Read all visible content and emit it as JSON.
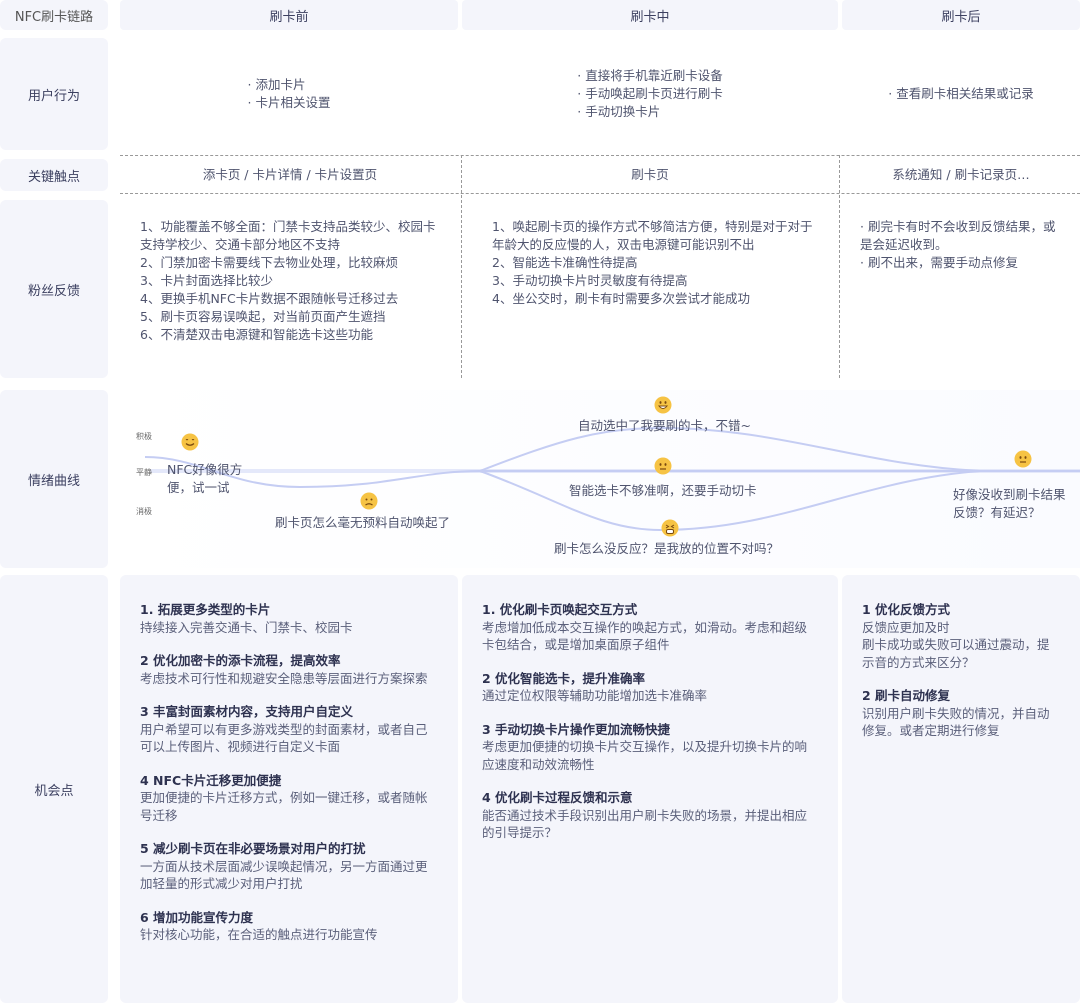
{
  "title": "NFC刷卡链路",
  "stages": [
    "刷卡前",
    "刷卡中",
    "刷卡后"
  ],
  "row_labels": {
    "behavior": "用户行为",
    "touchpoints": "关键触点",
    "feedback": "粉丝反馈",
    "emotion": "情绪曲线",
    "opportunity": "机会点"
  },
  "behavior": [
    [
      "· 添加卡片",
      "· 卡片相关设置"
    ],
    [
      "· 直接将手机靠近刷卡设备",
      "· 手动唤起刷卡页进行刷卡",
      "· 手动切换卡片"
    ],
    [
      "· 查看刷卡相关结果或记录"
    ]
  ],
  "touchpoints": [
    "添卡页 / 卡片详情 / 卡片设置页",
    "刷卡页",
    "系统通知 / 刷卡记录页…"
  ],
  "feedback": [
    [
      "1、功能覆盖不够全面：门禁卡支持品类较少、校园卡支持学校少、交通卡部分地区不支持",
      "2、门禁加密卡需要线下去物业处理，比较麻烦",
      "3、卡片封面选择比较少",
      "4、更换手机NFC卡片数据不跟随帐号迁移过去",
      "5、刷卡页容易误唤起，对当前页面产生遮挡",
      "6、不清楚双击电源键和智能选卡这些功能"
    ],
    [
      "1、唤起刷卡页的操作方式不够简洁方便，特别是对于对于年龄大的反应慢的人，双击电源键可能识别不出",
      "2、智能选卡准确性待提高",
      "3、手动切换卡片时灵敏度有待提高",
      "4、坐公交时，刷卡有时需要多次尝试才能成功"
    ],
    [
      "· 刷完卡有时不会收到反馈结果，或是会延迟收到。",
      "· 刷不出来，需要手动点修复"
    ]
  ],
  "emotion": {
    "levels": [
      "积极",
      "平静",
      "消极"
    ],
    "points": [
      {
        "text": "NFC好像很方便，试一试",
        "mood": "happy"
      },
      {
        "text": "刷卡页怎么毫无预料自动唤起了",
        "mood": "worried"
      },
      {
        "text": "自动选中了我要刷的卡，不错~",
        "mood": "grin"
      },
      {
        "text": "智能选卡不够准啊，还要手动切卡",
        "mood": "neutral"
      },
      {
        "text": "刷卡怎么没反应？是我放的位置不对吗？",
        "mood": "distressed"
      },
      {
        "text": "好像没收到刷卡结果反馈？有延迟？",
        "mood": "neutral"
      }
    ],
    "line_color": "#c5cdf3"
  },
  "opportunities": [
    [
      {
        "title": "1. 拓展更多类型的卡片",
        "desc": "持续接入完善交通卡、门禁卡、校园卡"
      },
      {
        "title": "2 优化加密卡的添卡流程，提高效率",
        "desc": "考虑技术可行性和规避安全隐患等层面进行方案探索"
      },
      {
        "title": "3 丰富封面素材内容，支持用户自定义",
        "desc": "用户希望可以有更多游戏类型的封面素材，或者自己可以上传图片、视频进行自定义卡面"
      },
      {
        "title": "4 NFC卡片迁移更加便捷",
        "desc": "更加便捷的卡片迁移方式，例如一键迁移，或者随帐号迁移"
      },
      {
        "title": "5 减少刷卡页在非必要场景对用户的打扰",
        "desc": "一方面从技术层面减少误唤起情况，另一方面通过更加轻量的形式减少对用户打扰"
      },
      {
        "title": "6 增加功能宣传力度",
        "desc": "针对核心功能，在合适的触点进行功能宣传"
      }
    ],
    [
      {
        "title": "1. 优化刷卡页唤起交互方式",
        "desc": "考虑增加低成本交互操作的唤起方式，如滑动。考虑和超级卡包结合，或是增加桌面原子组件"
      },
      {
        "title": "2 优化智能选卡，提升准确率",
        "desc": "通过定位权限等辅助功能增加选卡准确率"
      },
      {
        "title": "3 手动切换卡片操作更加流畅快捷",
        "desc": "考虑更加便捷的切换卡片交互操作，以及提升切换卡片的响应速度和动效流畅性"
      },
      {
        "title": "4 优化刷卡过程反馈和示意",
        "desc": "能否通过技术手段识别出用户刷卡失败的场景，并提出相应的引导提示？"
      }
    ],
    [
      {
        "title": "1 优化反馈方式",
        "desc": "反馈应更加及时\n刷卡成功或失败可以通过震动，提示音的方式来区分？"
      },
      {
        "title": "2 刷卡自动修复",
        "desc": "识别用户刷卡失败的情况，并自动修复。或者定期进行修复"
      }
    ]
  ]
}
